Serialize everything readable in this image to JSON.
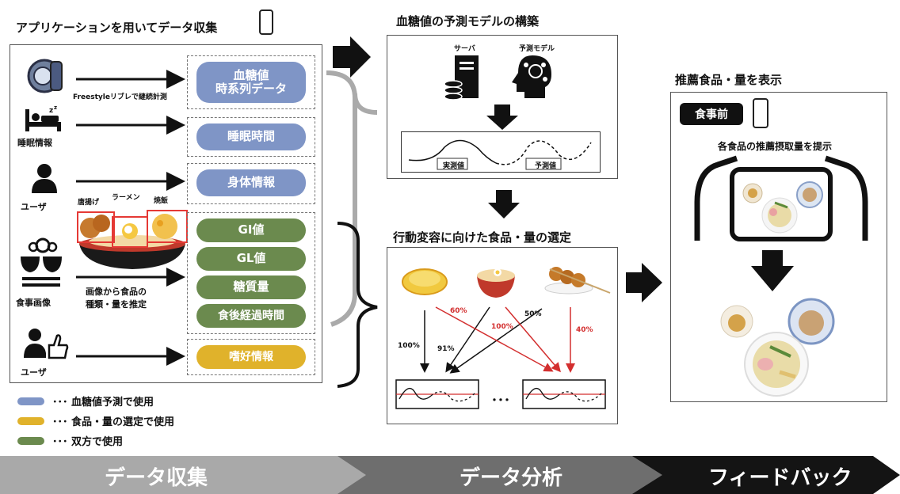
{
  "collect": {
    "title": "アプリケーションを用いてデータ収集",
    "freestyle_label": "Freestyleリブレで継続計測",
    "sleep_label": "睡眠情報",
    "user_label": "ユーザ",
    "meal_image_label": "食事画像",
    "user2_label": "ユーザ",
    "food_tags": [
      "唐揚げ",
      "ラーメン",
      "焼飯"
    ],
    "estimate_label_1": "画像から食品の",
    "estimate_label_2": "種類・量を推定",
    "pills": {
      "glucose_1": "血糖値",
      "glucose_2": "時系列データ",
      "sleep_time": "睡眠時間",
      "body_info": "身体情報",
      "gi": "GI値",
      "gl": "GL値",
      "carb": "糖質量",
      "elapsed": "食後経過時間",
      "preference": "嗜好情報"
    }
  },
  "legend": [
    {
      "color": "#7f95c6",
      "text": "･･･ 血糖値予測で使用"
    },
    {
      "color": "#e0b22b",
      "text": "･･･ 食品・量の選定で使用"
    },
    {
      "color": "#6b8a4e",
      "text": "･･･ 双方で使用"
    }
  ],
  "model": {
    "title": "血糖値の予測モデルの構築",
    "server_label": "サーバ",
    "model_label": "予測モデル",
    "measured_label": "実測値",
    "predicted_label": "予測値"
  },
  "selection": {
    "title": "行動変容に向けた食品・量の選定",
    "percentages": [
      "60%",
      "100%",
      "50%",
      "40%",
      "100%",
      "91%"
    ],
    "ellipsis": "･･･"
  },
  "recommend": {
    "title": "推薦食品・量を表示",
    "badge": "食事前",
    "subtitle": "各食品の推薦摂取量を提示"
  },
  "banner": {
    "step1": "データ収集",
    "step2": "データ分析",
    "step3": "フィードバック"
  }
}
